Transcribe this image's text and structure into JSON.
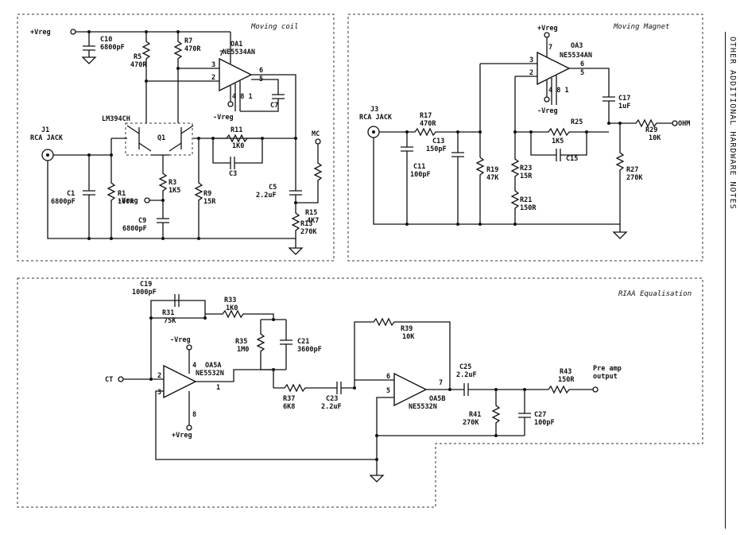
{
  "sections": {
    "moving_coil": "Moving coil",
    "moving_magnet": "Moving Magnet",
    "riaa": "RIAA Equalisation"
  },
  "labels": {
    "vreg_top": "+Vreg",
    "c10": "C10",
    "c10v": "6800pF",
    "r5": "R5",
    "r5v": "470R",
    "r7": "R7",
    "r7v": "470R",
    "oa1": "OA1",
    "oa1t": "NE5534AN",
    "pin7": "7",
    "pin3": "3",
    "pin2": "2",
    "pin6": "6",
    "pin5": "5",
    "pins481": "4 8 1",
    "c7": "C7",
    "nvreg1": "-Vreg",
    "lm394": "LM394CH",
    "q1": "Q1",
    "r11": "R11",
    "r11v": "1K0",
    "c3": "C3",
    "mc": "MC",
    "j1": "J1",
    "j1t": "RCA JACK",
    "c1": "C1",
    "c1v": "6800pF",
    "r1": "R1",
    "r1v": "100R",
    "r3": "R3",
    "r3v": "1K5",
    "nvreg2": "-Vreg",
    "r9": "R9",
    "r9v": "15R",
    "c5": "C5",
    "c5v": "2.2uF",
    "r15": "R15",
    "r15v": "4K7",
    "r13": "R13",
    "r13v": "270K",
    "c9": "C9",
    "c9v": "6800pF",
    "vreg_mm": "+Vreg",
    "oa3": "OA3",
    "oa3t": "NE5534AN",
    "mm_pin7": "7",
    "mm_pin3": "3",
    "mm_pin2": "2",
    "mm_pin6": "6",
    "mm_pin5": "5",
    "mm_pins": "4 8 1",
    "nvreg3": "-Vreg",
    "r25": "R25",
    "k15": "1K5",
    "c15": "C15",
    "c17": "C17",
    "c17v": "1uF",
    "r29": "R29",
    "r29v": "10K",
    "ohm": "OHM",
    "j3": "J3",
    "j3t": "RCA JACK",
    "r17": "R17",
    "r17v": "470R",
    "c13": "C13",
    "c13v": "150pF",
    "c11": "C11",
    "c11v": "100pF",
    "r19": "R19",
    "r19v": "47K",
    "r23": "R23",
    "r23v": "15R",
    "r21": "R21",
    "r21v": "150R",
    "r27": "R27",
    "r27v": "270K",
    "c19": "C19",
    "c19v": "1000pF",
    "r33": "R33",
    "r33v": "1K0",
    "r31": "R31",
    "r31v": "75K",
    "r35": "R35",
    "r35v": "1M0",
    "c21": "C21",
    "c21v": "3600pF",
    "nvreg4": "-Vreg",
    "n4": "4",
    "oa5a": "OA5A",
    "oa5at": "NE5532N",
    "ct": "CT",
    "a_pin2": "2",
    "a_pin3": "3",
    "a_pin1": "1",
    "a_pin8": "8",
    "vreg_b": "+Vreg",
    "r37": "R37",
    "r37v": "6K8",
    "c23": "C23",
    "c23v": "2.2uF",
    "r39": "R39",
    "r39v": "10K",
    "b_pin6": "6",
    "b_pin5": "5",
    "b_pin7": "7",
    "oa5b": "OA5B",
    "oa5bt": "NE5532N",
    "c25": "C25",
    "c25v": "2.2uF",
    "r43": "R43",
    "r43v": "150R",
    "pre1": "Pre amp",
    "pre2": "output",
    "r41": "R41",
    "r41v": "270K",
    "c27": "C27",
    "c27v": "100pF"
  },
  "strip": "OTHER ADDITIONAL HARDWARE NOTES"
}
